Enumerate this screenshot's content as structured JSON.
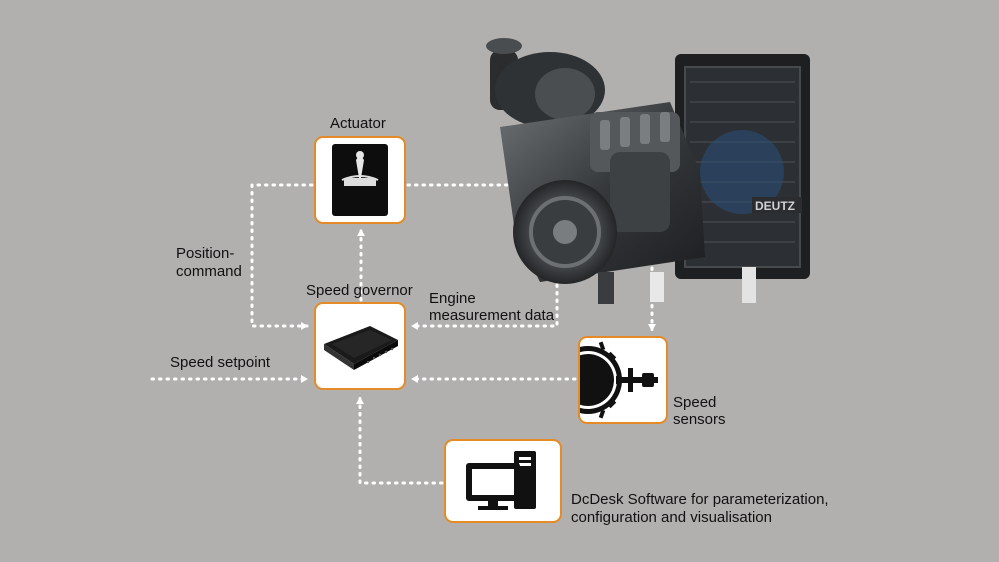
{
  "labels": {
    "actuator": "Actuator",
    "position_command_1": "Position-",
    "position_command_2": "command",
    "speed_governor": "Speed governor",
    "engine_data_1": "Engine",
    "engine_data_2": "measurement data",
    "speed_setpoint": "Speed setpoint",
    "speed_sensors_1": "Speed",
    "speed_sensors_2": "sensors",
    "dcdesk_1": "DcDesk Software for parameterization,",
    "dcdesk_2": "configuration and visualisation"
  },
  "engine_brand": "DEUTZ",
  "colors": {
    "background": "#b2b0af",
    "box_border": "#e48a26",
    "box_fill": "#ffffff",
    "connector": "#ffffff",
    "text": "#111111"
  },
  "icons": {
    "actuator": "actuator-icon",
    "governor": "control-unit-icon",
    "sensor": "speed-sensor-icon",
    "software": "computer-icon",
    "engine": "engine-image"
  }
}
